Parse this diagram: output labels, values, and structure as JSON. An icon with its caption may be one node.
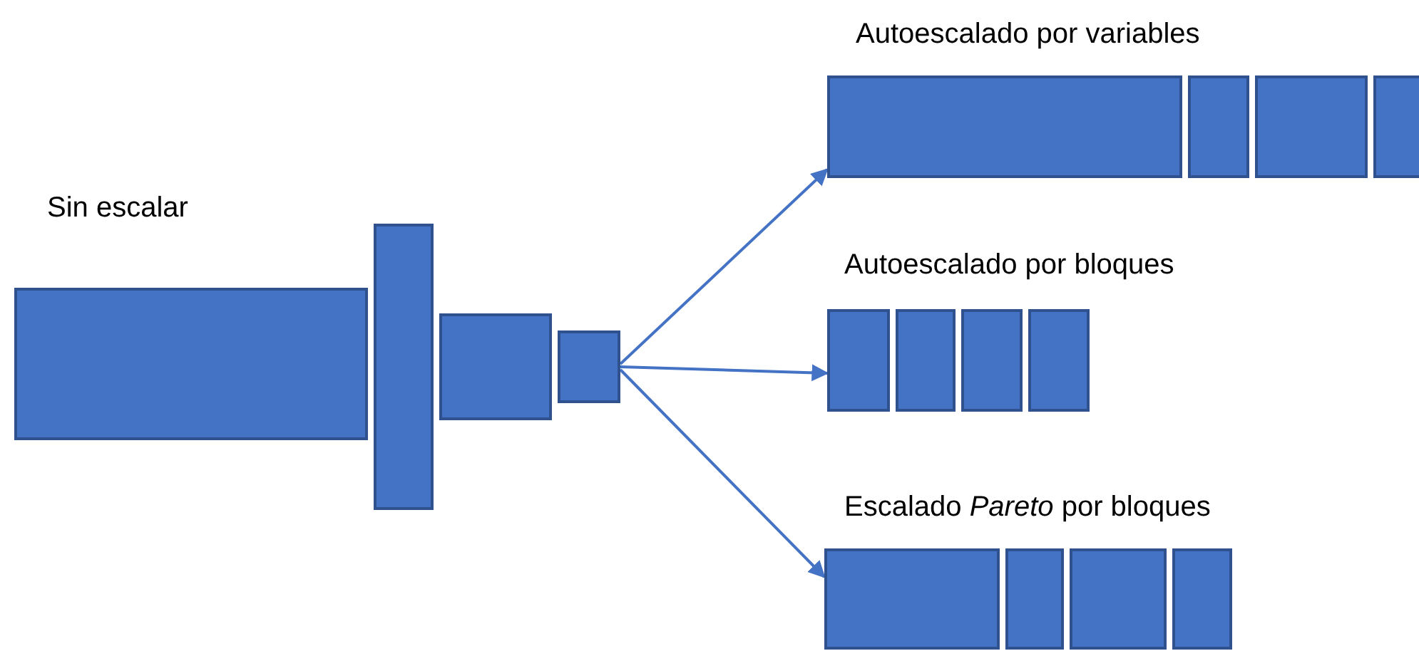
{
  "diagram": {
    "nodes": [
      {
        "text": [],
        "shape": "box"
      },
      {
        "text": [],
        "shape": "box"
      },
      {
        "text": [],
        "shape": "box"
      },
      {
        "text": [],
        "shape": "box"
      },
      {
        "text": [],
        "shape": "box"
      },
      {
        "text": [],
        "shape": "box"
      },
      {
        "text": [],
        "shape": "box"
      },
      {
        "text": [],
        "shape": "box"
      },
      {
        "text": [],
        "shape": "box"
      },
      {
        "text": [],
        "shape": "box"
      },
      {
        "text": [],
        "shape": "box"
      },
      {
        "text": [],
        "shape": "box"
      },
      {
        "text": [],
        "shape": "box"
      },
      {
        "text": [],
        "shape": "box"
      },
      {
        "text": [],
        "shape": "box"
      },
      {
        "text": [],
        "shape": "box"
      }
    ],
    "edges": [
      {
        "from": 3,
        "to": 4,
        "arrow": "to"
      },
      {
        "from": 3,
        "to": 8,
        "arrow": "to"
      },
      {
        "from": 3,
        "to": 12,
        "arrow": "to"
      }
    ],
    "labels": [
      "Autoescalado por variables",
      "Sin escalar",
      "Autoescalado por bloques",
      "Escalado *Pareto* por bloques"
    ]
  }
}
